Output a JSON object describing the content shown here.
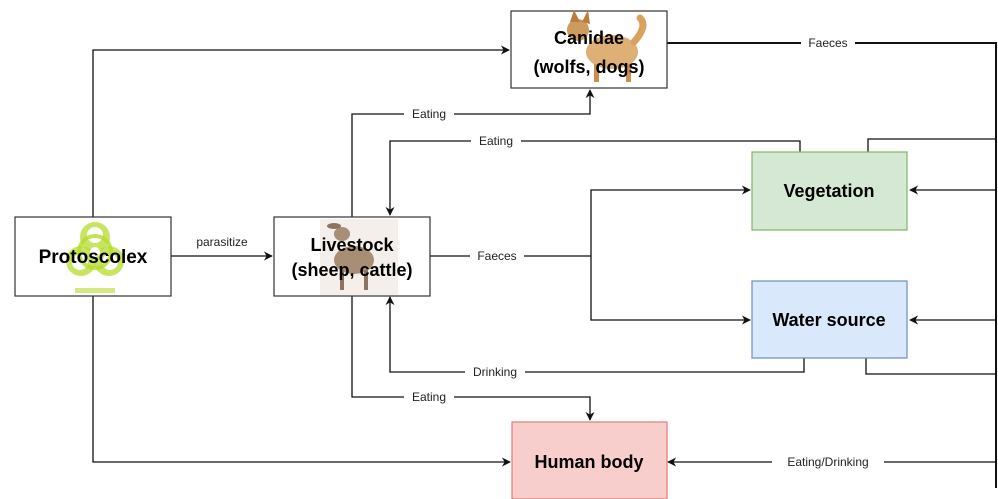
{
  "nodes": {
    "protoscolex": {
      "label": "Protoscolex"
    },
    "canidae": {
      "line1": "Canidae",
      "line2": "(wolfs, dogs)"
    },
    "livestock": {
      "line1": "Livestock",
      "line2": "(sheep, cattle)"
    },
    "vegetation": {
      "label": "Vegetation",
      "fill": "#d5e8d4",
      "stroke": "#82b366"
    },
    "water": {
      "label": "Water source",
      "fill": "#dae8fc",
      "stroke": "#6c8ebf"
    },
    "human": {
      "label": "Human body",
      "fill": "#f8cecc",
      "stroke": "#e07b7b"
    }
  },
  "edge_labels": {
    "parasitize": "parasitize",
    "eating_to_canidae": "Eating",
    "eating_from_vegetation": "Eating",
    "faeces_livestock": "Faeces",
    "faeces_canidae": "Faeces",
    "drinking": "Drinking",
    "eating_to_human": "Eating",
    "eating_drinking": "Eating/Drinking"
  },
  "icons": {
    "protoscolex": "biohazard-icon",
    "canidae": "dog-icon",
    "livestock": "sheep-icon"
  }
}
